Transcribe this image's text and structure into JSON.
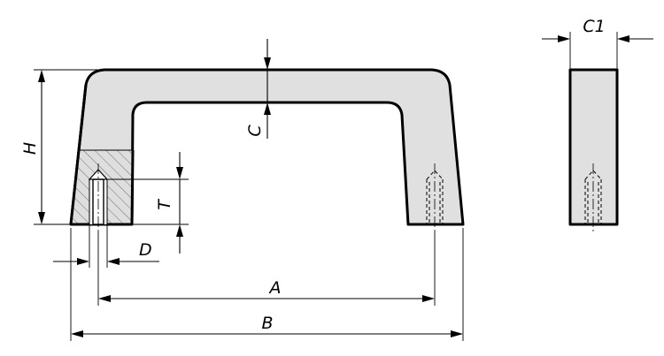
{
  "labels": {
    "H": "H",
    "T": "T",
    "C": "C",
    "D": "D",
    "A": "A",
    "B": "B",
    "C1": "C1"
  }
}
